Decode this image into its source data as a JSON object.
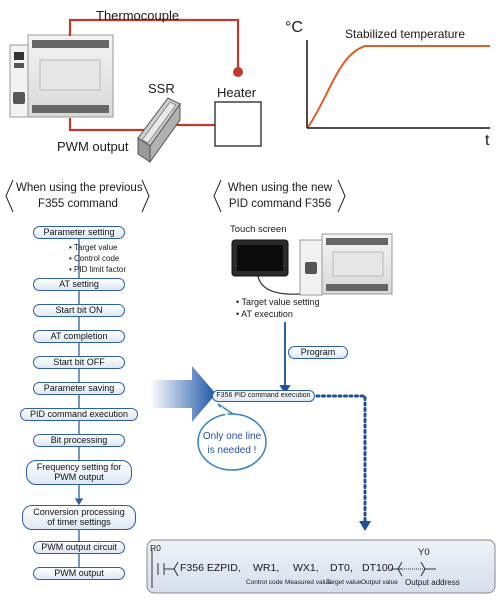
{
  "top_diagram": {
    "thermocouple_label": "Thermocouple",
    "ssr_label": "SSR",
    "heater_label": "Heater",
    "pwm_output_label": "PWM output",
    "colors": {
      "wire": "#c0392b",
      "curve": "#d9602a"
    }
  },
  "temperature_graph": {
    "y_axis_label": "°C",
    "x_axis_label": "t",
    "curve_label": "Stabilized temperature"
  },
  "previous_method": {
    "heading_line1": "When using the previous",
    "heading_line2": "F355 command",
    "steps": [
      "Parameter setting",
      "AT setting",
      "Start bit ON",
      "AT completion",
      "Start bit OFF",
      "Parameter saving",
      "PID command execution",
      "Bit processing",
      "Frequency setting for",
      "PWM output",
      "Conversion processing",
      "of timer settings",
      "PWM output circuit",
      "PWM output"
    ],
    "parameter_bullets": [
      "• Target value",
      "• Control code",
      "• PID limit factor"
    ]
  },
  "new_method": {
    "heading_line1": "When using the new",
    "heading_line2": "PID command F356",
    "touch_screen_label": "Touch screen",
    "bullets": [
      "• Target value setting",
      "• AT execution"
    ],
    "program_label": "Program",
    "command_label": "F356 PID command execution",
    "callout_line1": "Only one line",
    "callout_line2": "is needed !",
    "colors": {
      "accent": "#1f4e9c",
      "callout": "#2e86c1"
    }
  },
  "ladder": {
    "contact": "R0",
    "instruction": "F356  EZPID,",
    "operands": [
      "WR1,",
      "WX1,",
      "DT0,",
      "DT100"
    ],
    "operand_notes": [
      "Control code",
      "Measured value",
      "Target value",
      "Output value"
    ],
    "output": "Y0",
    "output_note": "Output address"
  }
}
